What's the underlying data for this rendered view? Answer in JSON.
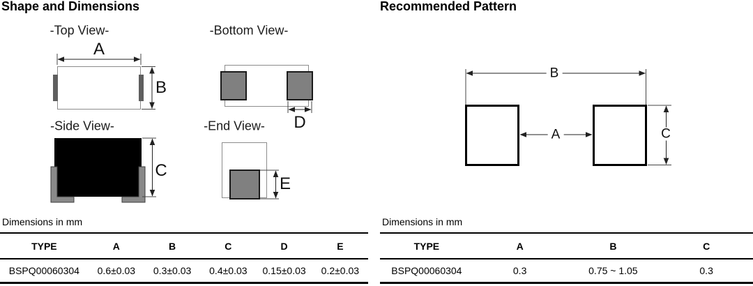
{
  "left_panel": {
    "title": "Shape and Dimensions",
    "views": {
      "top": "-Top View-",
      "bottom": "-Bottom View-",
      "side": "-Side View-",
      "end": "-End View-"
    },
    "dim_labels": {
      "A": "A",
      "B": "B",
      "C": "C",
      "D": "D",
      "E": "E"
    },
    "dims_note": "Dimensions in mm",
    "table": {
      "headers": [
        "TYPE",
        "A",
        "B",
        "C",
        "D",
        "E"
      ],
      "rows": [
        [
          "BSPQ00060304",
          "0.6±0.03",
          "0.3±0.03",
          "0.4±0.03",
          "0.15±0.03",
          "0.2±0.03"
        ]
      ]
    }
  },
  "right_panel": {
    "title": "Recommended Pattern",
    "dim_labels": {
      "A": "A",
      "B": "B",
      "C": "C"
    },
    "dims_note": "Dimensions in mm",
    "table": {
      "headers": [
        "TYPE",
        "A",
        "B",
        "C"
      ],
      "rows": [
        [
          "BSPQ00060304",
          "0.3",
          "0.75 ~ 1.05",
          "0.3"
        ]
      ]
    }
  },
  "colors": {
    "pad_fill": "#808080",
    "pad_border": "#1a1a1a",
    "terminal_fill": "#5f5f5f",
    "side_terminal_fill": "#8a8a8a",
    "body_outline": "#8c8c8c",
    "line_ink": "#222222",
    "text_ink": "#000000"
  }
}
